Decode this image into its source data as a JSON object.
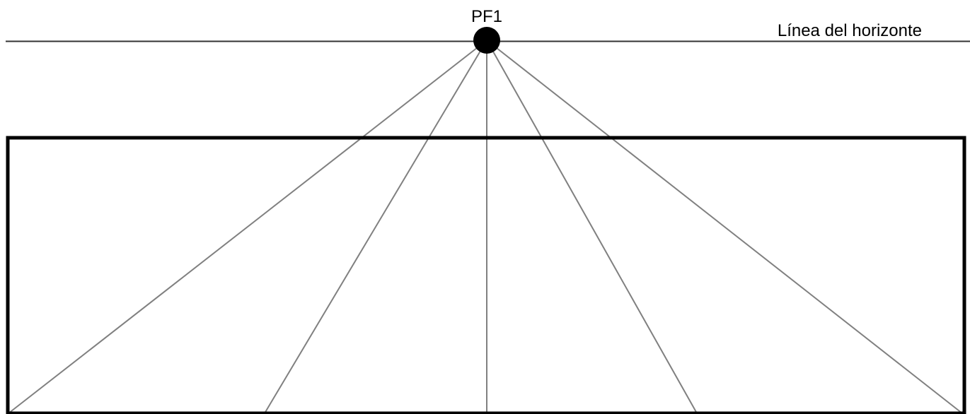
{
  "vanishing_point": {
    "label": "PF1",
    "color": "#000000"
  },
  "horizon": {
    "label": "Línea del horizonte",
    "color": "#333333"
  },
  "frame": {
    "color": "#000000"
  },
  "perspective_lines": {
    "color": "#808080",
    "count": 5
  }
}
